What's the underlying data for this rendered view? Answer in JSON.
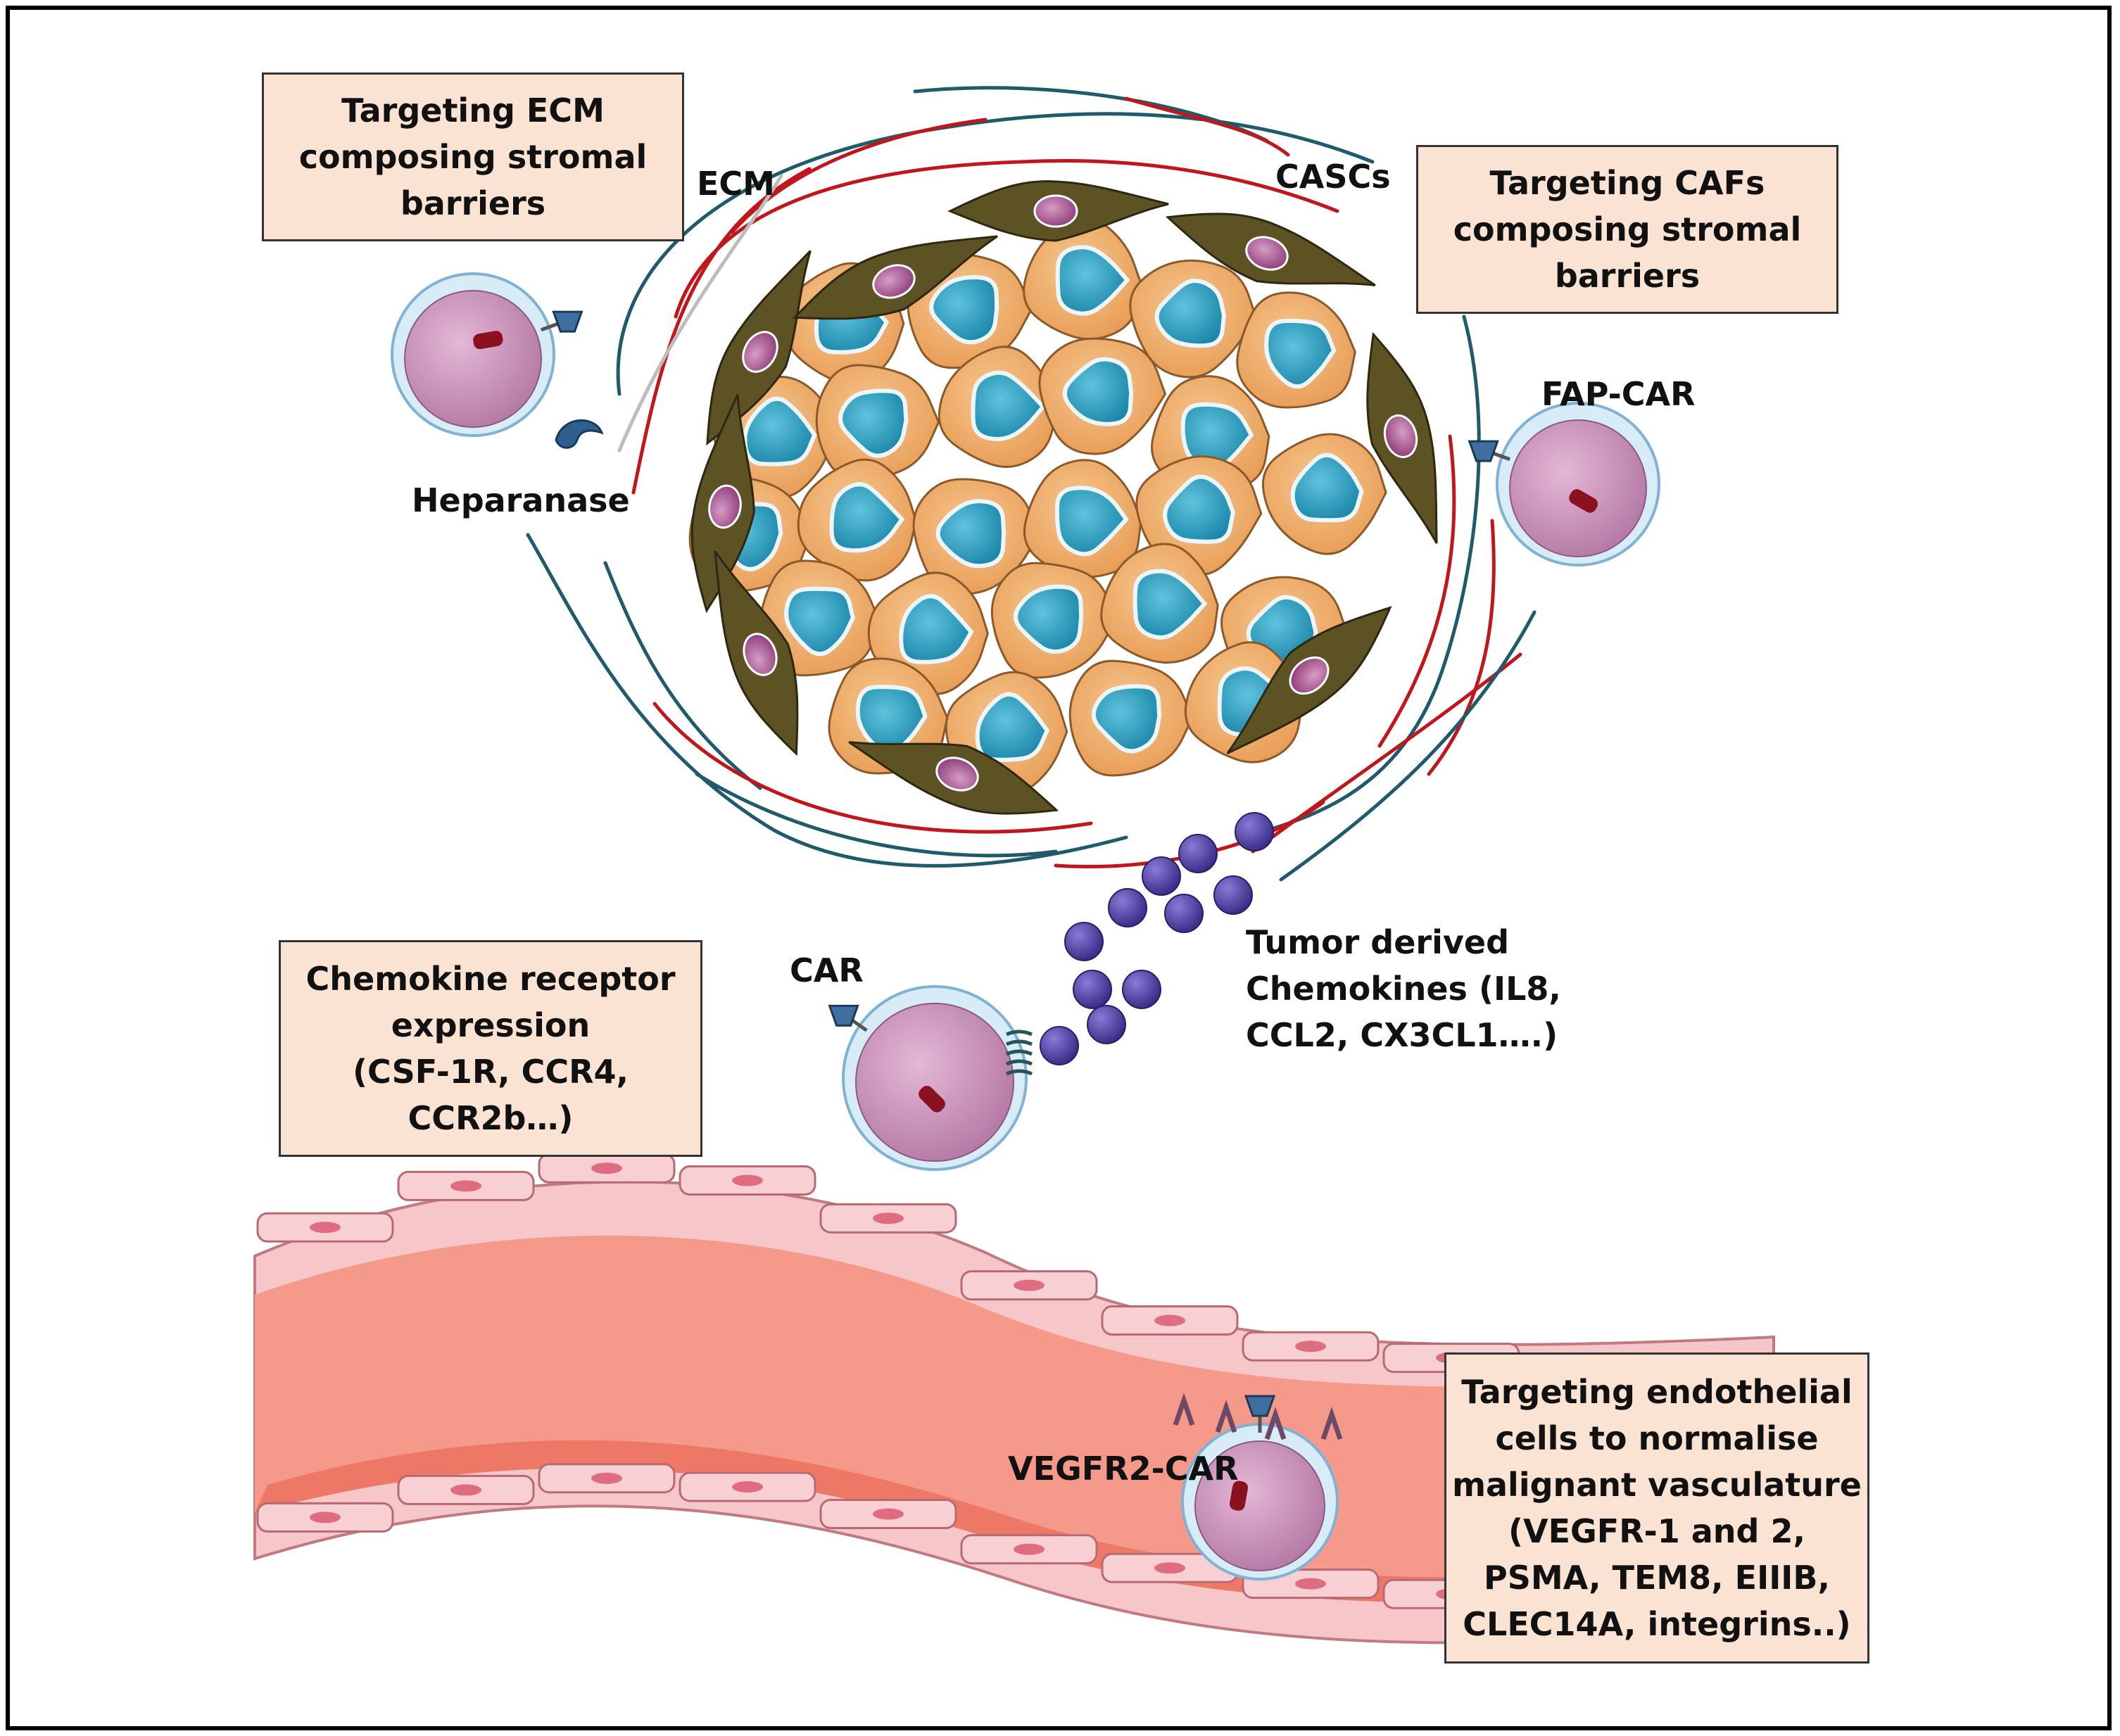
{
  "boxes": {
    "ecm": {
      "lines": [
        "Targeting ECM",
        "composing stromal",
        "barriers"
      ]
    },
    "cafs": {
      "lines": [
        "Targeting CAFs",
        "composing stromal",
        "barriers"
      ]
    },
    "chemokine": {
      "lines": [
        "Chemokine receptor",
        "expression",
        "(CSF-1R, CCR4,",
        "CCR2b…)"
      ]
    },
    "endothelial": {
      "lines": [
        "Targeting endothelial",
        "cells to normalise",
        "malignant vasculature",
        "(VEGFR-1 and 2,",
        "PSMA, TEM8, EIIIB,",
        "CLEC14A, integrins..)"
      ]
    }
  },
  "labels": {
    "ecm": "ECM",
    "cascs": "CASCs",
    "fap_car": "FAP-CAR",
    "heparanase": "Heparanase",
    "car": "CAR",
    "chemokines": [
      "Tumor derived",
      "Chemokines (IL8,",
      "CCL2, CX3CL1….)"
    ],
    "vegfr2_car": "VEGFR2-CAR"
  },
  "colors": {
    "box_fill": "#fbe3d4",
    "tumor_cell": "#eeae6f",
    "tumor_nucleus": "#2a9fbf",
    "caf": "#5c5224",
    "caf_nucleus": "#a24f86",
    "fiber_red": "#c0161c",
    "fiber_teal": "#1f5b6a",
    "chemokine": "#4a3a9e",
    "car_t_cell": "#c98fb8",
    "car_t_membrane": "#a9d4ec",
    "vessel_lumen": "#f5998a",
    "vessel_wall": "#f6c6c8"
  }
}
